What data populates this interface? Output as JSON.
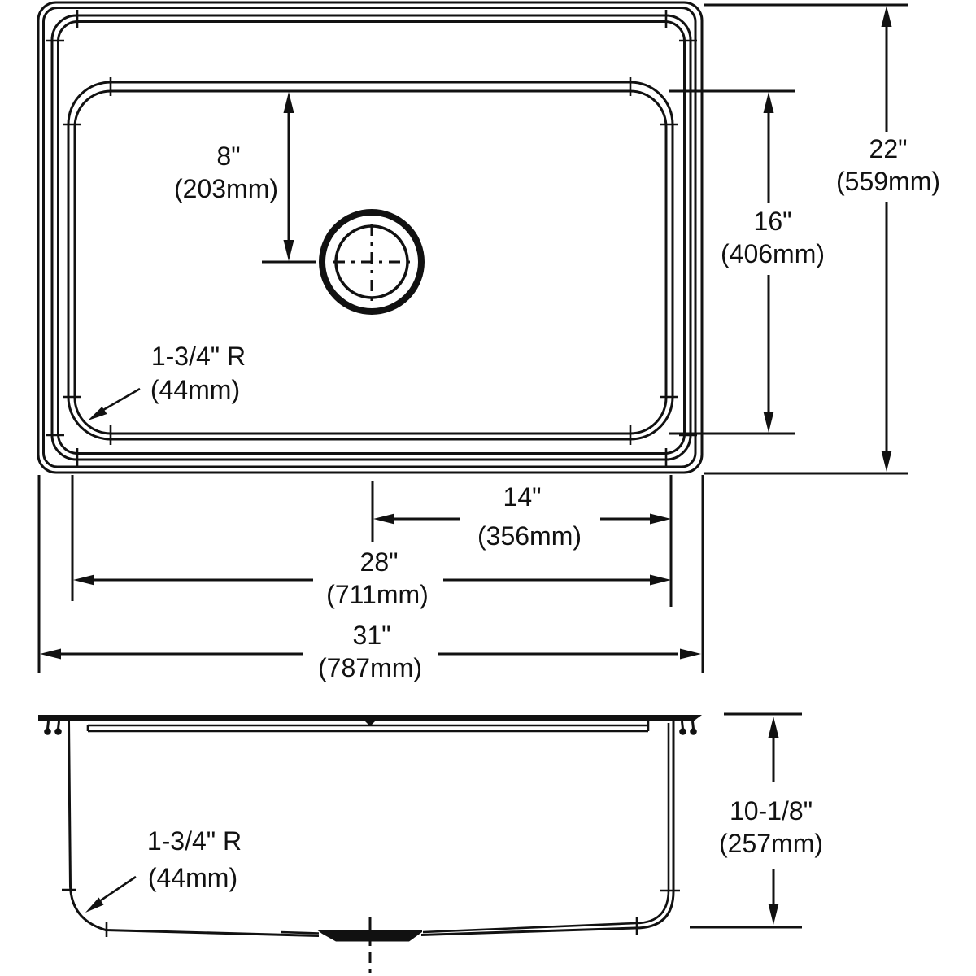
{
  "title": "Sink dimensional drawing (plan and profile views)",
  "colors": {
    "line": "#111111",
    "background": "#ffffff"
  },
  "dims": {
    "d8": {
      "in": "8\"",
      "mm": "(203mm)"
    },
    "d16": {
      "in": "16\"",
      "mm": "(406mm)"
    },
    "d22": {
      "in": "22\"",
      "mm": "(559mm)"
    },
    "d14": {
      "in": "14\"",
      "mm": "(356mm)"
    },
    "d28": {
      "in": "28\"",
      "mm": "(711mm)"
    },
    "d31": {
      "in": "31\"",
      "mm": "(787mm)"
    },
    "radius_plan": {
      "label": "1-3/4\" R",
      "mm": "(44mm)"
    },
    "radius_profile": {
      "label": "1-3/4\" R",
      "mm": "(44mm)"
    },
    "depth": {
      "in": "10-1/8\"",
      "mm": "(257mm)"
    }
  }
}
